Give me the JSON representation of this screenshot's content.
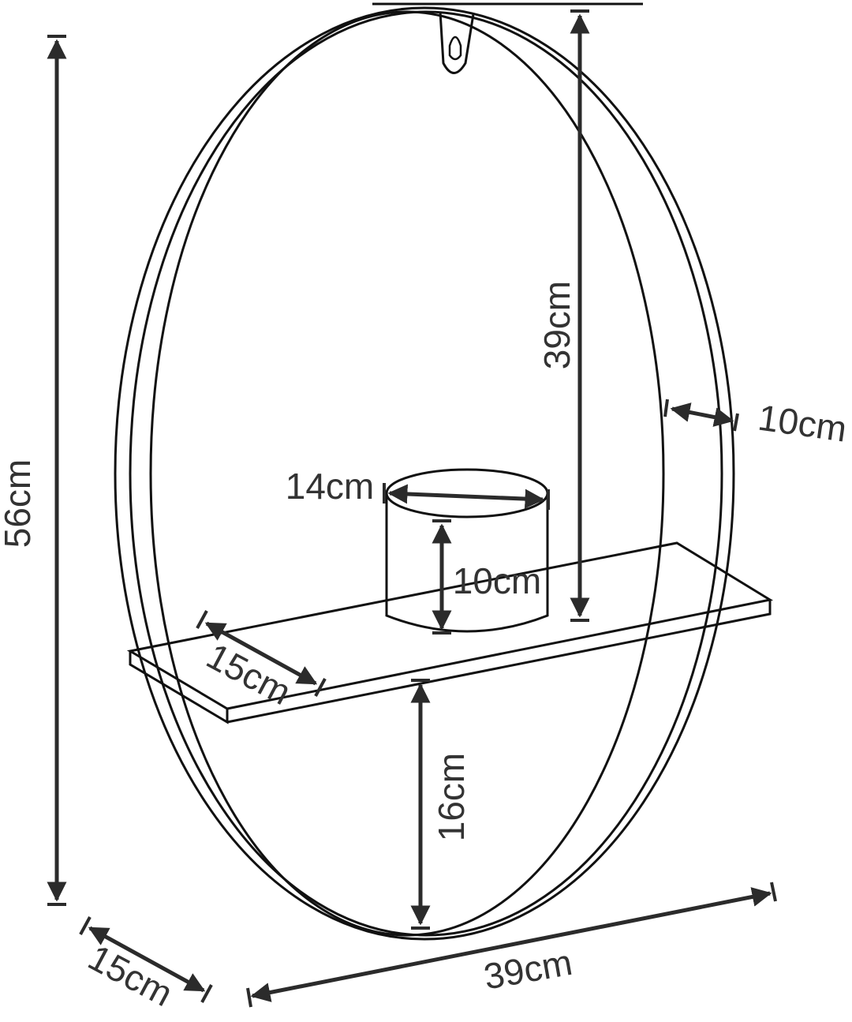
{
  "dimensions": {
    "overall_height": "56cm",
    "inner_height": "39cm",
    "frame_depth": "10cm",
    "pot_diameter": "14cm",
    "pot_height": "10cm",
    "shelf_depth": "15cm",
    "shelf_clearance": "16cm",
    "base_depth": "15cm",
    "overall_width": "39cm"
  },
  "colors": {
    "line": "#111111",
    "dimension": "#2b2b2b",
    "text": "#333333",
    "background": "#ffffff"
  },
  "icons": [
    "hanging-bracket-icon",
    "ring-frame",
    "shelf",
    "pot"
  ]
}
